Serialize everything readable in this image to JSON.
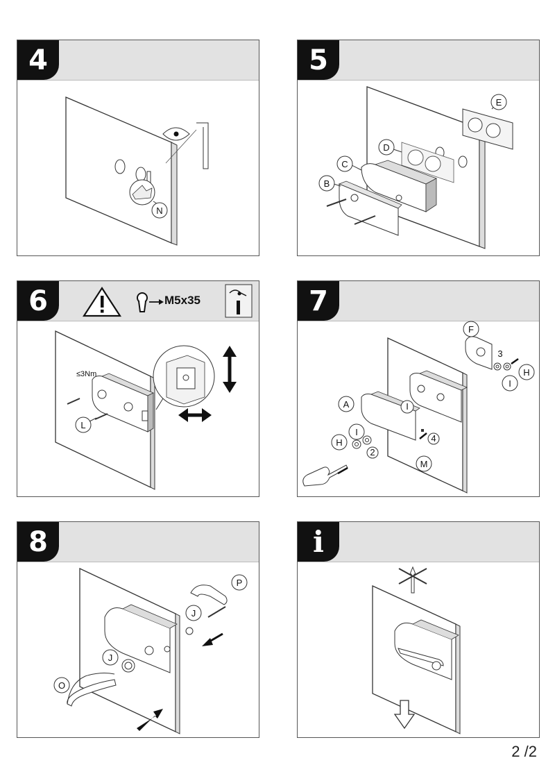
{
  "steps": [
    {
      "number": "4",
      "callouts": [
        "N"
      ]
    },
    {
      "number": "5",
      "callouts": [
        "E",
        "D",
        "C",
        "B"
      ]
    },
    {
      "number": "6",
      "spec": "M5x35",
      "torque": "≤3Nm",
      "callouts": [
        "L"
      ]
    },
    {
      "number": "7",
      "callouts": [
        "F",
        "3",
        "H",
        "I",
        "A",
        "I",
        "H",
        "I",
        "2",
        "4",
        "M"
      ]
    },
    {
      "number": "8",
      "callouts": [
        "P",
        "J",
        "J",
        "O"
      ]
    },
    {
      "number": "i",
      "callouts": []
    }
  ],
  "page_number": "2 /2"
}
